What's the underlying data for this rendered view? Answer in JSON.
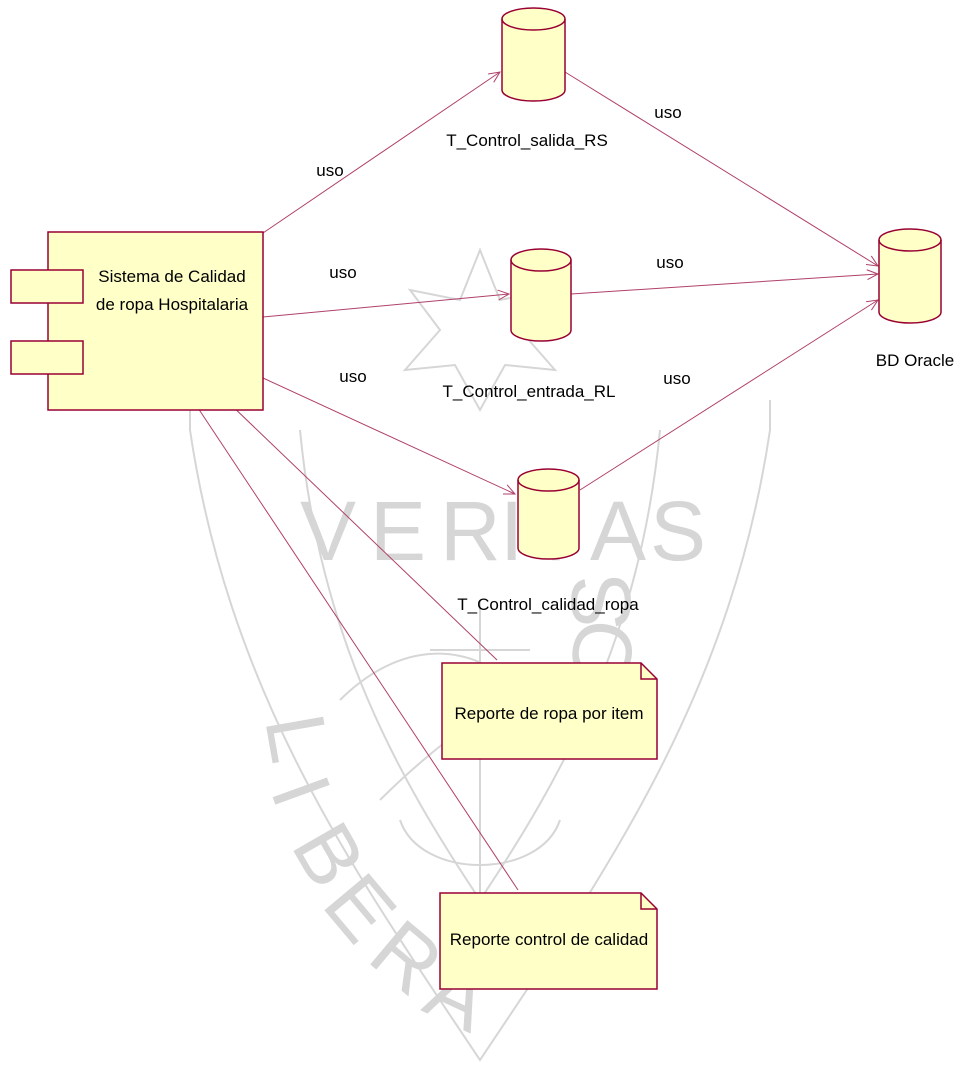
{
  "colors": {
    "box_fill": "#ffffc8",
    "box_stroke": "#990033",
    "line": "#b0406a",
    "watermark": "#d6d6d6"
  },
  "watermark": {
    "word_top": [
      "V",
      "E",
      "R",
      "I",
      "T",
      "A",
      "S"
    ],
    "word_bottom": [
      "L",
      "I",
      "B",
      "E",
      "R",
      "A",
      "V",
      "O",
      "S"
    ]
  },
  "component": {
    "name_line1": "Sistema de Calidad",
    "name_line2": "de ropa Hospitalaria"
  },
  "tables": {
    "salida": "T_Control_salida_RS",
    "entrada": "T_Control_entrada_RL",
    "calidad": "T_Control_calidad_ropa",
    "oracle": "BD Oracle"
  },
  "notes": {
    "report1": "Reporte de ropa por item",
    "report2": "Reporte control de calidad"
  },
  "edges": {
    "sys_salida": "uso",
    "sys_entrada": "uso",
    "sys_calidad": "uso",
    "salida_oracle": "uso",
    "entrada_oracle": "uso",
    "calidad_oracle": "uso"
  }
}
